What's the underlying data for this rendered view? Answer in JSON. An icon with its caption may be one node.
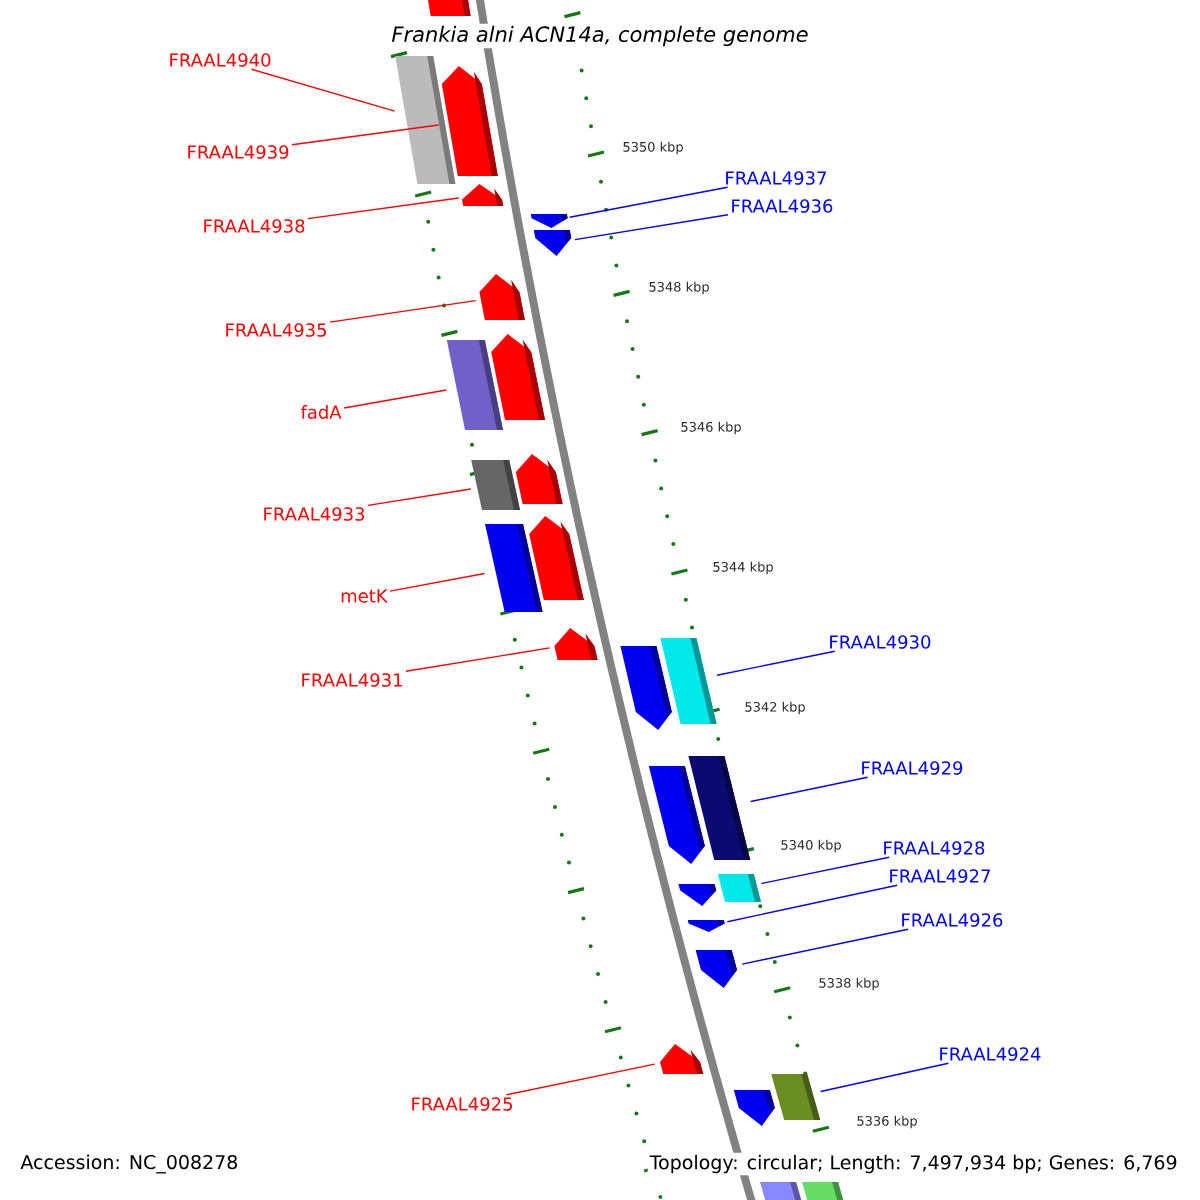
{
  "diagram": {
    "title": "Frankia alni ACN14a, complete genome",
    "nodes": [
      {
        "text": [
          "FRAAL4940"
        ]
      },
      {
        "text": [
          "FRAAL4939"
        ]
      },
      {
        "text": [
          "FRAAL4938"
        ]
      },
      {
        "text": [
          "FRAAL4937"
        ]
      },
      {
        "text": [
          "FRAAL4936"
        ]
      },
      {
        "text": [
          "FRAAL4935"
        ]
      },
      {
        "text": [
          "fadA"
        ]
      },
      {
        "text": [
          "FRAAL4933"
        ]
      },
      {
        "text": [
          "metK"
        ]
      },
      {
        "text": [
          "FRAAL4931"
        ]
      },
      {
        "text": [
          "FRAAL4930"
        ]
      },
      {
        "text": [
          "FRAAL4929"
        ]
      },
      {
        "text": [
          "FRAAL4928"
        ]
      },
      {
        "text": [
          "FRAAL4927"
        ]
      },
      {
        "text": [
          "FRAAL4926"
        ]
      },
      {
        "text": [
          "FRAAL4925"
        ]
      },
      {
        "text": [
          "FRAAL4924"
        ]
      },
      {
        "text": [],
        "shape": "box"
      },
      {
        "text": [],
        "shape": "box"
      },
      {
        "text": [],
        "shape": "pentagon"
      },
      {
        "text": [],
        "shape": "pentagon"
      },
      {
        "text": [],
        "shape": "pentagon"
      },
      {
        "text": [],
        "shape": "pentagon"
      },
      {
        "text": [],
        "shape": "pentagon"
      },
      {
        "text": [],
        "shape": "box"
      },
      {
        "text": [],
        "shape": "pentagon"
      },
      {
        "text": [],
        "shape": "box"
      },
      {
        "text": [],
        "shape": "pentagon"
      },
      {
        "text": [],
        "shape": "box"
      },
      {
        "text": [],
        "shape": "pentagon"
      },
      {
        "text": [],
        "shape": "pentagon"
      },
      {
        "text": [],
        "shape": "pentagon"
      },
      {
        "text": [],
        "shape": "box"
      },
      {
        "text": [],
        "shape": "pentagon"
      },
      {
        "text": [],
        "shape": "box"
      },
      {
        "text": [],
        "shape": "pentagon"
      },
      {
        "text": [],
        "shape": "box"
      },
      {
        "text": [],
        "shape": "pentagon"
      },
      {
        "text": [],
        "shape": "pentagon"
      },
      {
        "text": [],
        "shape": "pentagon"
      },
      {
        "text": [],
        "shape": "pentagon"
      },
      {
        "text": [],
        "shape": "box"
      },
      {
        "text": [],
        "shape": "box"
      },
      {
        "text": [],
        "shape": "box"
      }
    ],
    "edges": [
      {
        "from": 0,
        "to": 17,
        "arrow": "none"
      },
      {
        "from": 1,
        "to": 19,
        "arrow": "none"
      },
      {
        "from": 2,
        "to": 20,
        "arrow": "none"
      },
      {
        "from": 3,
        "to": 21,
        "arrow": "none",
        "color": "#0000ff"
      },
      {
        "from": 4,
        "to": 22,
        "arrow": "none",
        "color": "#0000ff"
      },
      {
        "from": 5,
        "to": 23,
        "arrow": "none"
      },
      {
        "from": 6,
        "to": 24,
        "arrow": "none"
      },
      {
        "from": 7,
        "to": 26,
        "arrow": "none"
      },
      {
        "from": 8,
        "to": 28,
        "arrow": "none"
      },
      {
        "from": 9,
        "to": 30,
        "arrow": "none"
      },
      {
        "from": 10,
        "to": 32,
        "arrow": "none",
        "color": "#0000ff"
      },
      {
        "from": 11,
        "to": 34,
        "arrow": "none",
        "color": "#0000ff"
      },
      {
        "from": 12,
        "to": 36,
        "arrow": "none",
        "color": "#0000ff"
      },
      {
        "from": 13,
        "to": 37,
        "arrow": "none",
        "color": "#0000ff"
      },
      {
        "from": 14,
        "to": 38,
        "arrow": "none",
        "color": "#0000ff"
      },
      {
        "from": 15,
        "to": 39,
        "arrow": "none"
      },
      {
        "from": 16,
        "to": 41,
        "arrow": "none",
        "color": "#0000ff"
      }
    ],
    "labels": [
      "5350 kbp",
      "5348 kbp",
      "5346 kbp",
      "5344 kbp",
      "5342 kbp",
      "5340 kbp",
      "5338 kbp",
      "5336 kbp",
      "Accession: NC_008278",
      "Topology: circular; Length: 7,497,934 bp; Genes: 6,769"
    ]
  }
}
